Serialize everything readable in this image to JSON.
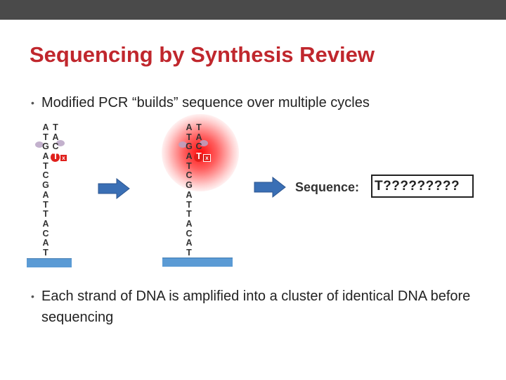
{
  "slide": {
    "title": "Sequencing by Synthesis Review",
    "bullets": [
      "Modified PCR “builds” sequence over multiple cycles",
      "Each strand of DNA is amplified into a cluster of identical DNA before sequencing"
    ],
    "bullet_glyph": "•"
  },
  "diagram": {
    "left_column": [
      "A",
      "T",
      "G",
      "A",
      "T",
      "C",
      "G",
      "A",
      "T",
      "T",
      "A",
      "C",
      "A",
      "T"
    ],
    "right_column": [
      "T",
      "A",
      "C",
      "T"
    ],
    "tag_glyph": "x",
    "sequence_label": "Sequence:",
    "sequence_value": "T?????????",
    "colors": {
      "plate": "#5b9bd5",
      "arrow": "#3a6fb5",
      "highlight": "#e0201c",
      "title": "#c0272d"
    }
  }
}
